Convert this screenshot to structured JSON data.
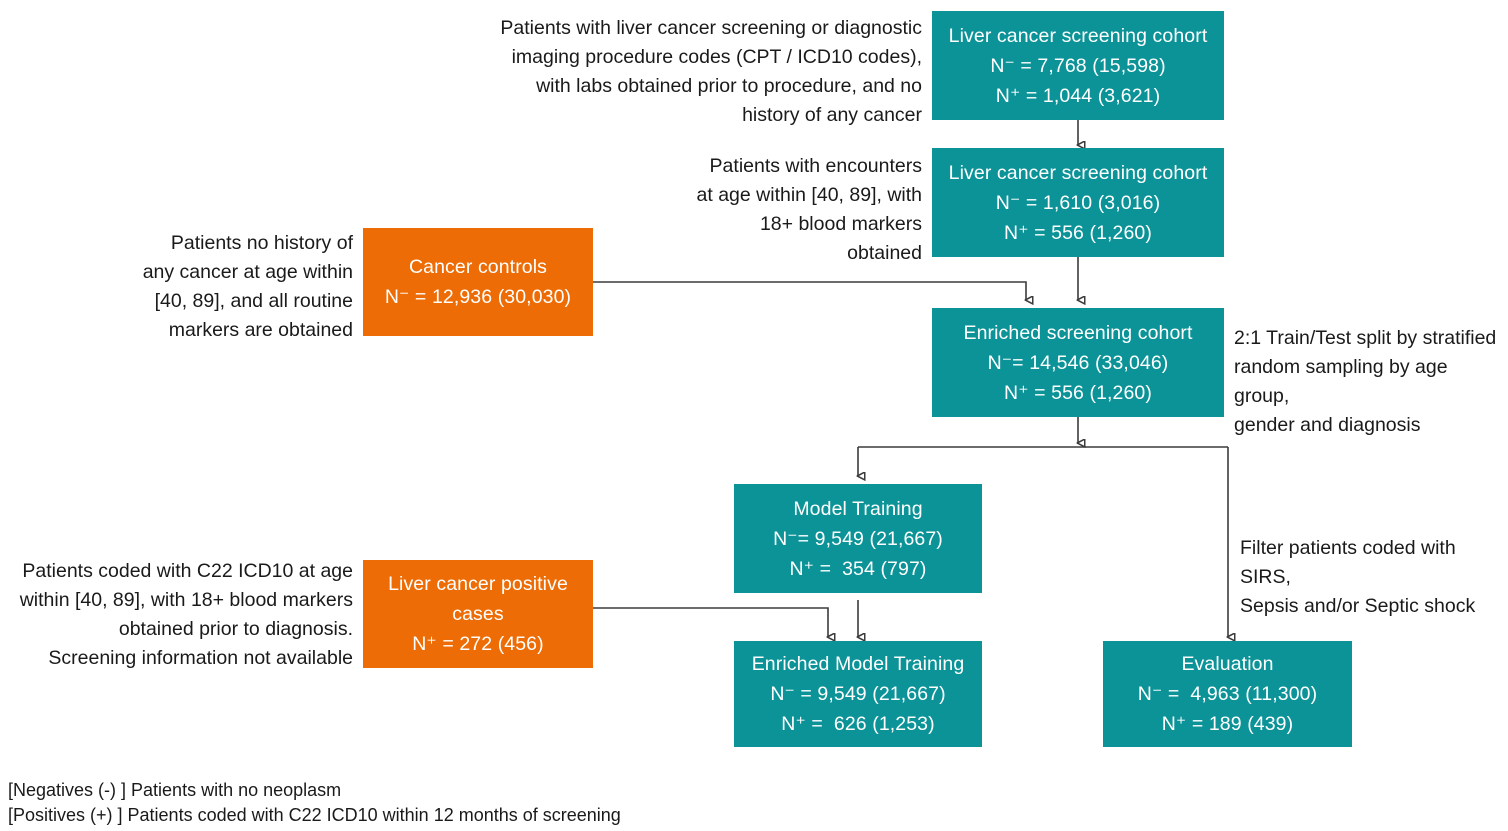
{
  "figure": {
    "type": "flowchart",
    "title": "Liver cancer screening cohort construction flow diagram",
    "colors": {
      "teal": "#0c9398",
      "orange": "#ed6c05",
      "connector": "#3b3b3b",
      "text_on_fill": "#ffffff",
      "annotation_text": "#1a1a1a"
    }
  },
  "nodes": {
    "screening_cohort_1": {
      "title": "Liver cancer screening cohort",
      "neg": "N⁻ = 7,768 (15,598)",
      "pos": "N⁺ = 1,044 (3,621)"
    },
    "screening_cohort_2": {
      "title": "Liver cancer screening cohort",
      "neg": "N⁻ = 1,610 (3,016)",
      "pos": "N⁺ = 556 (1,260)"
    },
    "cancer_controls": {
      "title": "Cancer controls",
      "neg": "N⁻ = 12,936 (30,030)"
    },
    "enriched_screening_cohort": {
      "title": "Enriched screening cohort",
      "neg": "N⁻= 14,546 (33,046)",
      "pos": "N⁺ = 556 (1,260)"
    },
    "model_training": {
      "title": "Model Training",
      "neg": "N⁻= 9,549 (21,667)",
      "pos": "N⁺ =  354 (797)"
    },
    "liver_cancer_positive_cases": {
      "title_line1": "Liver cancer positive",
      "title_line2": "cases",
      "pos": "N⁺ = 272 (456)"
    },
    "enriched_model_training": {
      "title": "Enriched Model Training",
      "neg": "N⁻ = 9,549 (21,667)",
      "pos": "N⁺ =  626 (1,253)"
    },
    "evaluation": {
      "title": "Evaluation",
      "neg": "N⁻ =  4,963 (11,300)",
      "pos": "N⁺ = 189 (439)"
    }
  },
  "annotations": {
    "screening_criteria": "Patients with liver cancer screening or diagnostic\nimaging procedure codes (CPT / ICD10 codes),\nwith labs obtained prior to procedure, and no\nhistory of any cancer",
    "encounter_criteria": "Patients with encounters\nat age within [40, 89], with\n18+ blood markers\nobtained",
    "controls_criteria": "Patients no history of\nany cancer at age within\n[40, 89], and all routine\nmarkers are obtained",
    "split_note": "2:1 Train/Test split by stratified\nrandom sampling by age group,\ngender and diagnosis",
    "positive_cases_criteria": "Patients coded with C22 ICD10 at age\nwithin [40, 89], with 18+ blood markers\nobtained prior to diagnosis.\nScreening information not available",
    "evaluation_filter_note": "Filter patients coded with SIRS,\nSepsis and/or Septic shock"
  },
  "legend": {
    "negatives": "[Negatives (-) ] Patients with no neoplasm",
    "positives": "[Positives (+) ] Patients coded with C22 ICD10 within 12 months of screening"
  },
  "chart_data": {
    "type": "diagram",
    "nodes": [
      {
        "id": "screening_cohort_1",
        "label": "Liver cancer screening cohort",
        "color": "teal",
        "N_minus": 7768,
        "N_minus_paren": 15598,
        "N_plus": 1044,
        "N_plus_paren": 3621
      },
      {
        "id": "screening_cohort_2",
        "label": "Liver cancer screening cohort",
        "color": "teal",
        "N_minus": 1610,
        "N_minus_paren": 3016,
        "N_plus": 556,
        "N_plus_paren": 1260
      },
      {
        "id": "cancer_controls",
        "label": "Cancer controls",
        "color": "orange",
        "N_minus": 12936,
        "N_minus_paren": 30030
      },
      {
        "id": "enriched_screening_cohort",
        "label": "Enriched screening cohort",
        "color": "teal",
        "N_minus": 14546,
        "N_minus_paren": 33046,
        "N_plus": 556,
        "N_plus_paren": 1260
      },
      {
        "id": "model_training",
        "label": "Model Training",
        "color": "teal",
        "N_minus": 9549,
        "N_minus_paren": 21667,
        "N_plus": 354,
        "N_plus_paren": 797
      },
      {
        "id": "liver_cancer_positive_cases",
        "label": "Liver cancer positive cases",
        "color": "orange",
        "N_plus": 272,
        "N_plus_paren": 456
      },
      {
        "id": "enriched_model_training",
        "label": "Enriched Model Training",
        "color": "teal",
        "N_minus": 9549,
        "N_minus_paren": 21667,
        "N_plus": 626,
        "N_plus_paren": 1253
      },
      {
        "id": "evaluation",
        "label": "Evaluation",
        "color": "teal",
        "N_minus": 4963,
        "N_minus_paren": 11300,
        "N_plus": 189,
        "N_plus_paren": 439
      }
    ],
    "edges": [
      {
        "from": "screening_cohort_1",
        "to": "screening_cohort_2"
      },
      {
        "from": "screening_cohort_2",
        "to": "enriched_screening_cohort"
      },
      {
        "from": "cancer_controls",
        "to": "enriched_screening_cohort"
      },
      {
        "from": "enriched_screening_cohort",
        "to": "model_training",
        "label": "2:1 Train/Test split by stratified random sampling by age group, gender and diagnosis"
      },
      {
        "from": "enriched_screening_cohort",
        "to": "evaluation",
        "label": "Filter patients coded with SIRS, Sepsis and/or Septic shock"
      },
      {
        "from": "model_training",
        "to": "enriched_model_training"
      },
      {
        "from": "liver_cancer_positive_cases",
        "to": "enriched_model_training"
      }
    ]
  }
}
